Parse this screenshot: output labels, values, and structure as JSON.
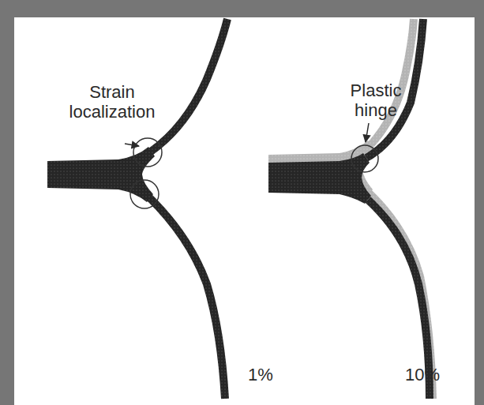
{
  "diagram": {
    "labels": [
      "Strain localization",
      "Plastic hinge",
      "1%",
      "10%"
    ]
  }
}
